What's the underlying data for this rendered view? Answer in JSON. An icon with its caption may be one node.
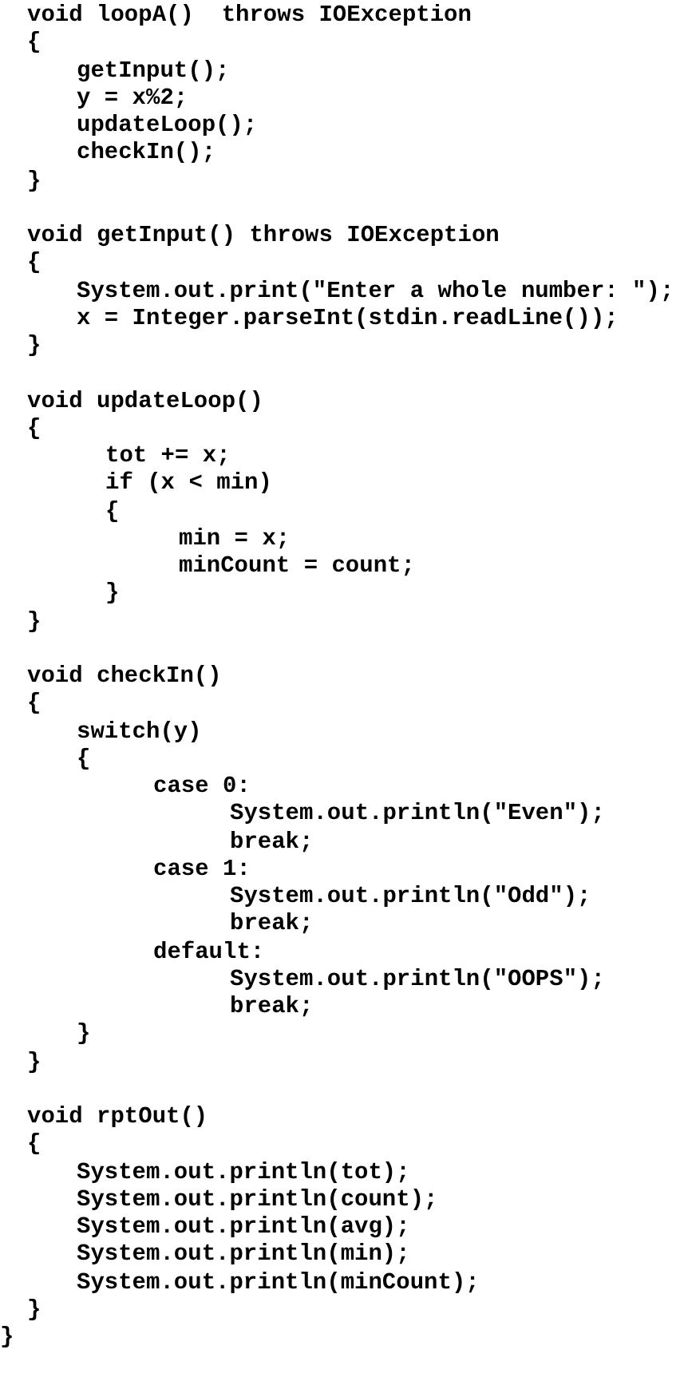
{
  "diagram": {
    "labels": [
      "void loopA()  throws IOException",
      "{",
      "getInput();",
      "y = x%2;",
      "updateLoop();",
      "checkIn();",
      "}",
      "void getInput() throws IOException",
      "{",
      "System.out.print(\"Enter a whole number: \");",
      "x = Integer.parseInt(stdin.readLine());",
      "}",
      "void updateLoop()",
      "{",
      "tot += x;",
      "if (x < min)",
      "{",
      "min = x;",
      "minCount = count;",
      "}",
      "}",
      "void checkIn()",
      "{",
      "switch(y)",
      "{",
      "case 0:",
      "System.out.println(\"Even\");",
      "break;",
      "case 1:",
      "System.out.println(\"Odd\");",
      "break;",
      "default:",
      "System.out.println(\"OOPS\");",
      "break;",
      "}",
      "}",
      "void rptOut()",
      "{",
      "System.out.println(tot);",
      "System.out.println(count);",
      "System.out.println(avg);",
      "System.out.println(min);",
      "System.out.println(minCount);",
      "}",
      "}"
    ]
  }
}
